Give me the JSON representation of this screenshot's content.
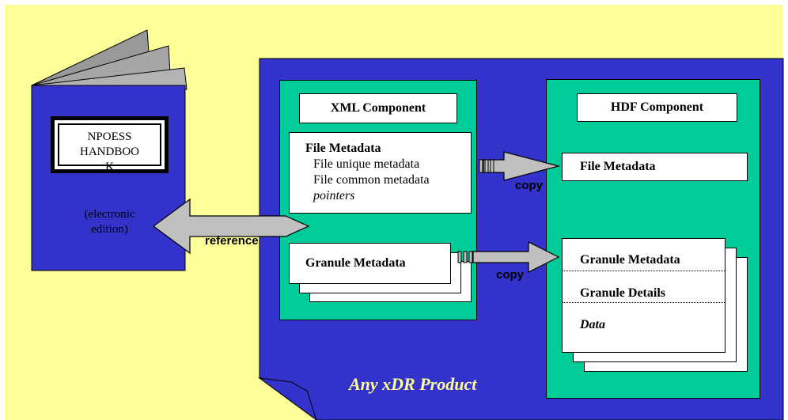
{
  "colors": {
    "background": "#ffff99",
    "product_blue": "#3333cc",
    "panel_green": "#00cc99",
    "arrow_gray": "#c0c0c0",
    "book_page_gray": "#999999",
    "product_label": "#ffff99"
  },
  "handbook": {
    "title_line1": "NPOESS",
    "title_line2": "HANDBOO",
    "title_line3": "K",
    "subtitle_line1": "(electronic",
    "subtitle_line2": "edition)"
  },
  "xml_component": {
    "title": "XML Component",
    "file_metadata": {
      "heading": "File Metadata",
      "items": [
        "File unique metadata",
        "File common metadata"
      ],
      "pointers": "pointers"
    },
    "granule_metadata": "Granule Metadata"
  },
  "hdf_component": {
    "title": "HDF Component",
    "file_metadata": "File Metadata",
    "granule_metadata": "Granule Metadata",
    "granule_details": "Granule Details",
    "data": "Data"
  },
  "arrows": {
    "reference": "reference",
    "copy_top": "copy",
    "copy_bottom": "copy"
  },
  "product_label": "Any xDR Product"
}
